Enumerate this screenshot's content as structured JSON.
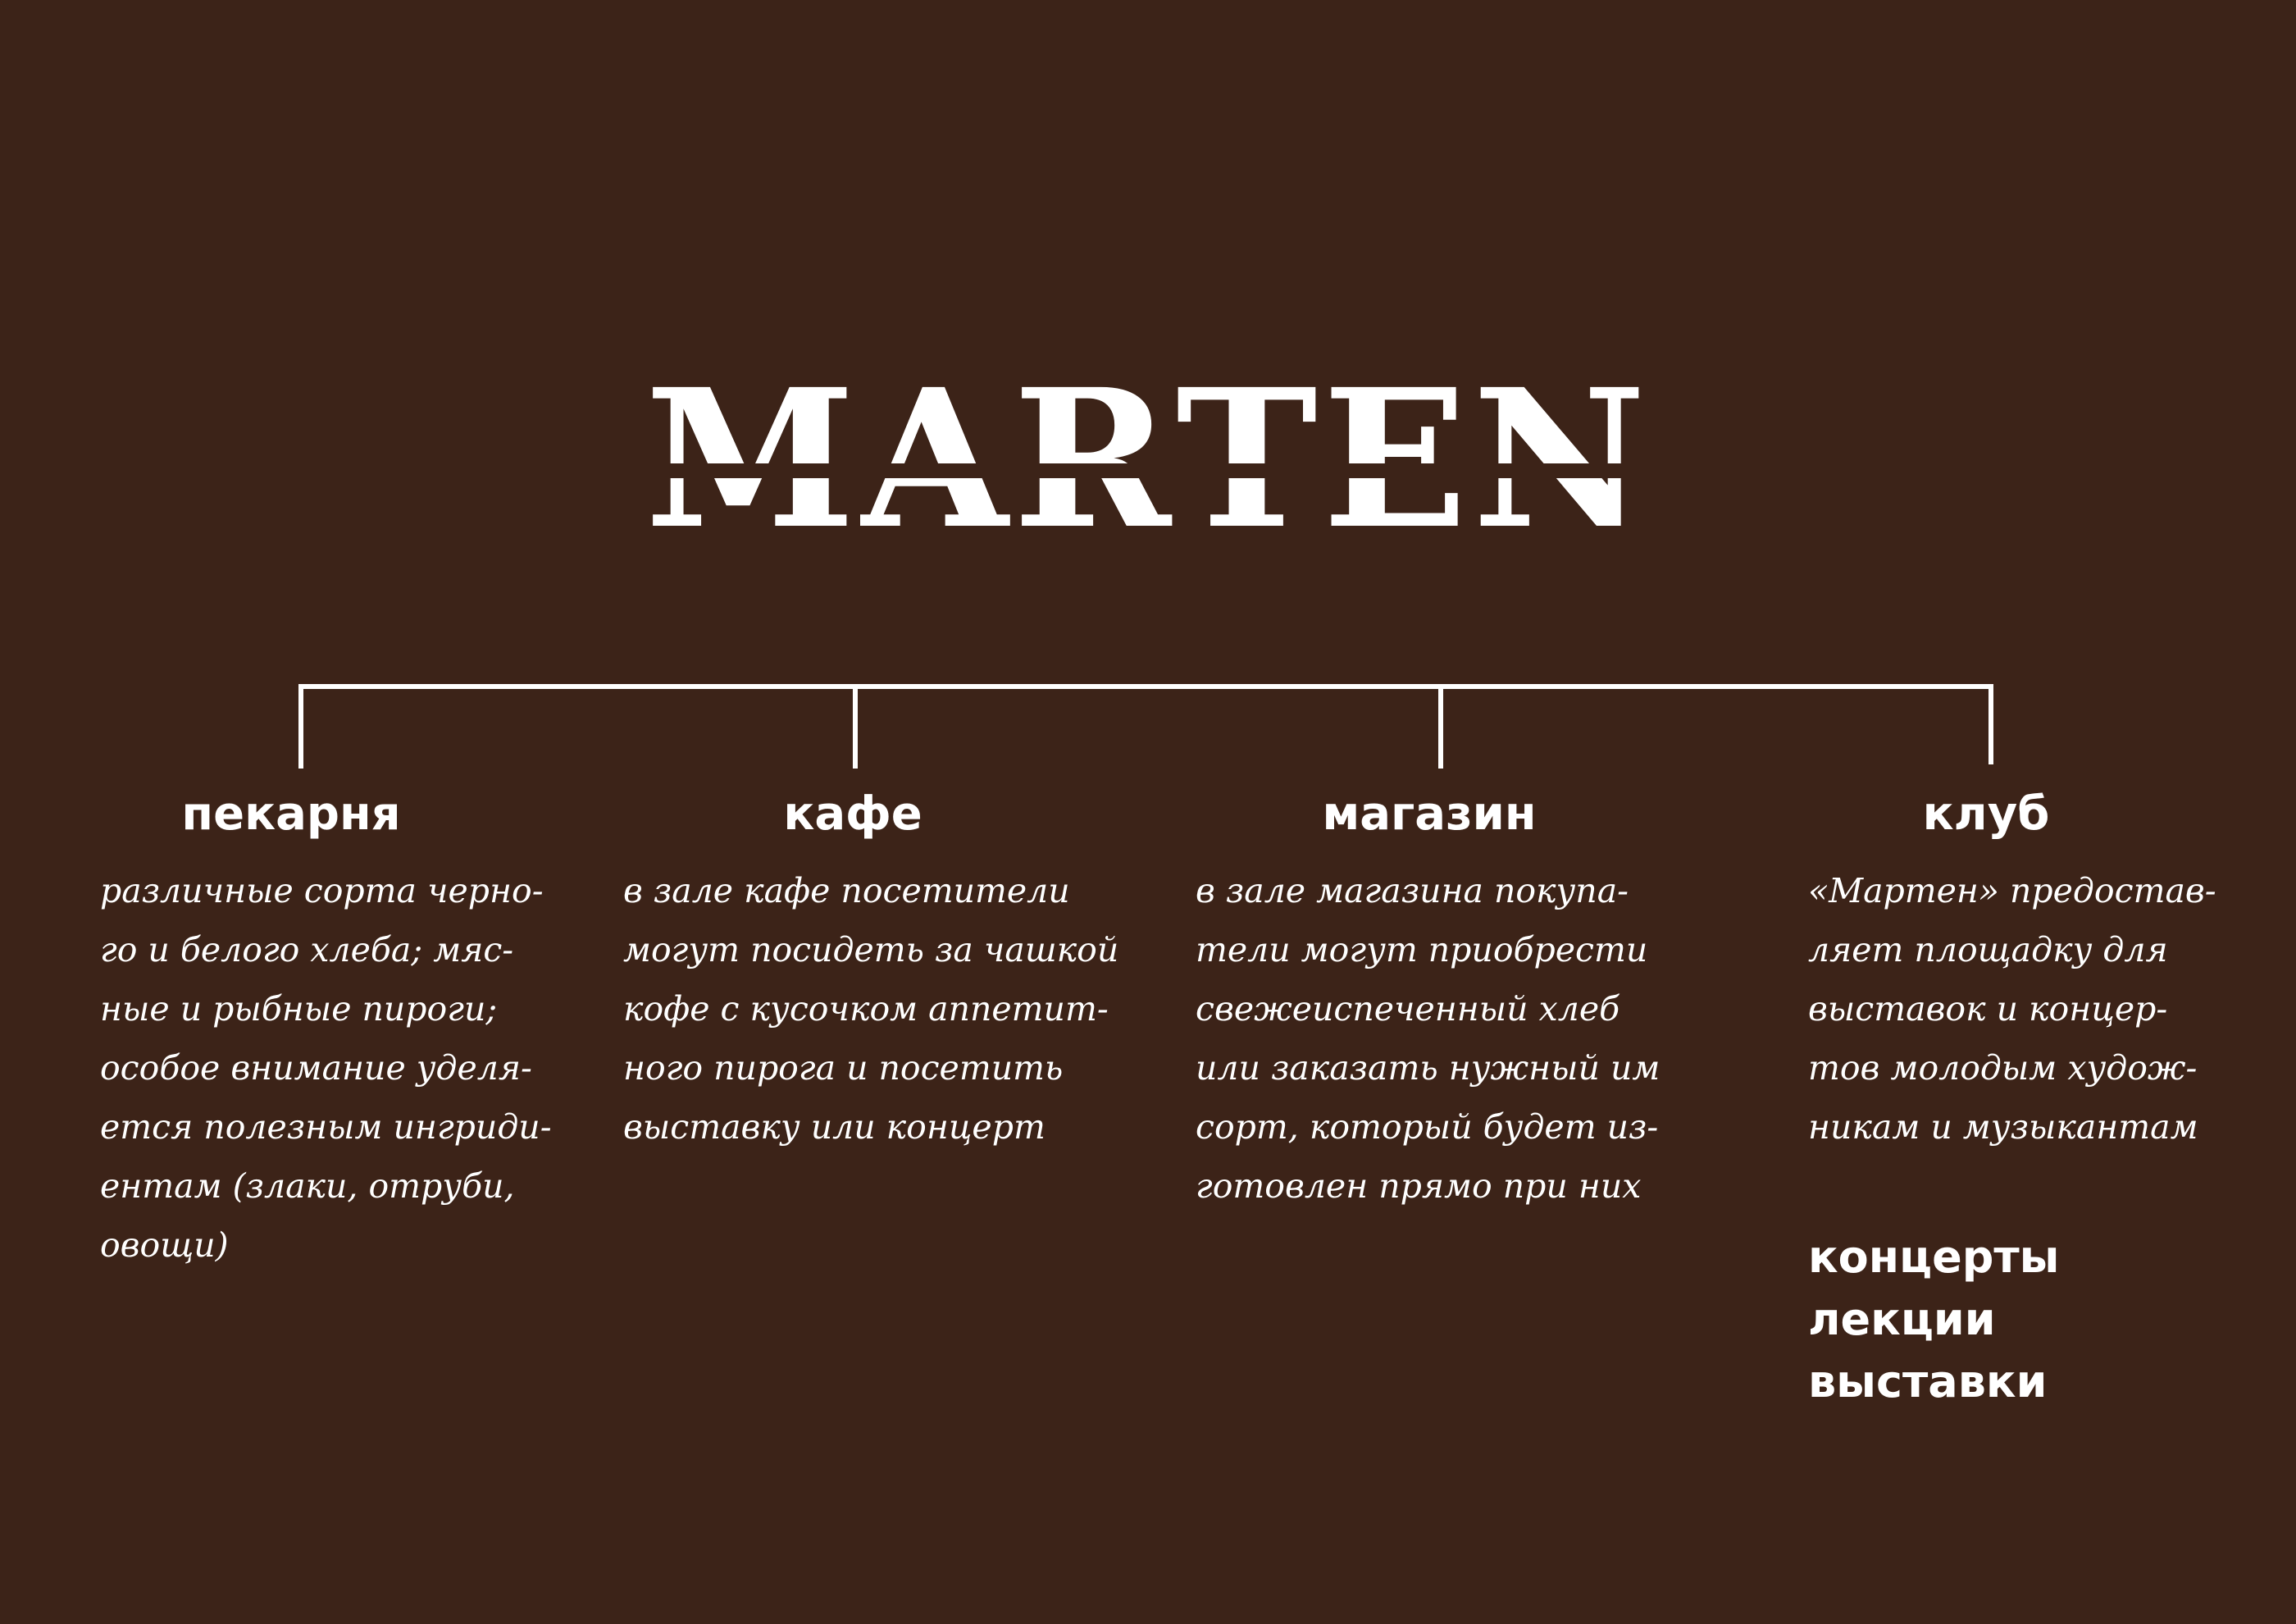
{
  "logo": {
    "letters": [
      "M",
      "A",
      "R",
      "T",
      "E",
      "N"
    ]
  },
  "colors": {
    "background": "#3c2318",
    "foreground": "#ffffff"
  },
  "branches": [
    {
      "title": "пекарня",
      "lines": [
        "различные сорта черно-",
        "го и белого хлеба; мяс-",
        "ные и рыбные пироги;",
        "особое внимание уделя-",
        "ется полезным ингриди-",
        "ентам (злаки, отруби,",
        "овощи)"
      ]
    },
    {
      "title": "кафе",
      "lines": [
        "в зале кафе посетители",
        "могут посидеть за чашкой",
        "кофе с кусочком аппетит-",
        "ного пирога и посетить",
        "выставку или концерт"
      ]
    },
    {
      "title": "магазин",
      "lines": [
        "в зале магазина покупа-",
        "тели могут приобрести",
        "свежеиспеченный хлеб",
        "или заказать нужный им",
        "сорт, который будет из-",
        "готовлен прямо при них"
      ]
    },
    {
      "title": "клуб",
      "lines": [
        "«Мартен» предостав-",
        "ляет площадку для",
        "выставок и концер-",
        "тов молодым худож-",
        "никам и музыкантам"
      ],
      "activities": [
        "концерты",
        "лекции",
        "выставки"
      ]
    }
  ]
}
